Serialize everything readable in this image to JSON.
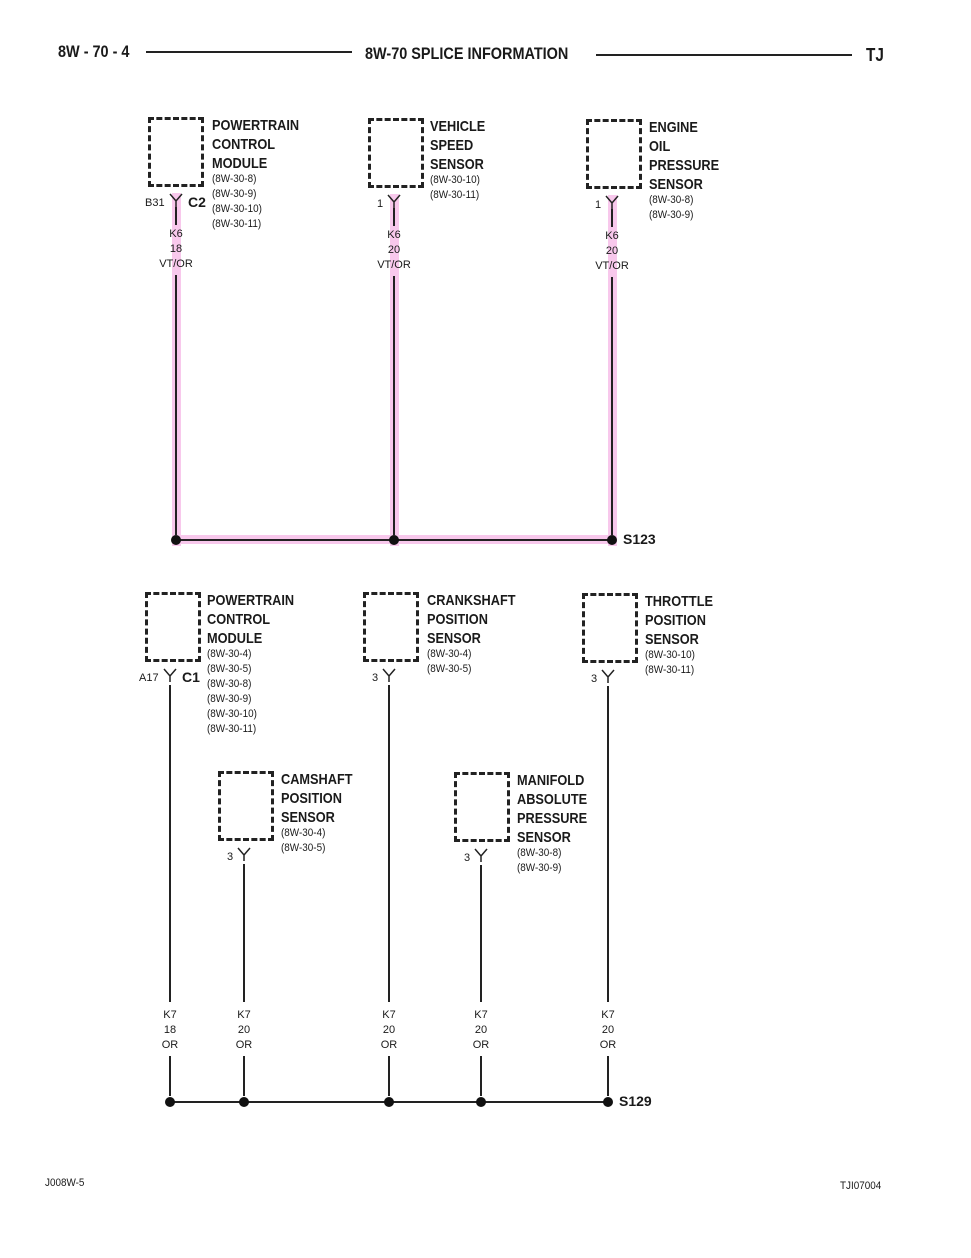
{
  "header": {
    "page_number": "8W - 70 - 4",
    "title": "8W-70 SPLICE INFORMATION",
    "model": "TJ"
  },
  "footer": {
    "left_code": "J008W-5",
    "right_code": "TJI07004"
  },
  "highlight_color": "#f8c8ec",
  "splices": [
    {
      "label": "S123",
      "components": [
        {
          "name": [
            "POWERTRAIN",
            "CONTROL",
            "MODULE"
          ],
          "refs": [
            "(8W-30-8)",
            "(8W-30-9)",
            "(8W-30-10)",
            "(8W-30-11)"
          ],
          "pin": "B31",
          "connector": "C2",
          "wire": [
            "K6",
            "18",
            "VT/OR"
          ]
        },
        {
          "name": [
            "VEHICLE",
            "SPEED",
            "SENSOR"
          ],
          "refs": [
            "(8W-30-10)",
            "(8W-30-11)"
          ],
          "pin": "1",
          "connector": "",
          "wire": [
            "K6",
            "20",
            "VT/OR"
          ]
        },
        {
          "name": [
            "ENGINE",
            "OIL",
            "PRESSURE",
            "SENSOR"
          ],
          "refs": [
            "(8W-30-8)",
            "(8W-30-9)"
          ],
          "pin": "1",
          "connector": "",
          "wire": [
            "K6",
            "20",
            "VT/OR"
          ]
        }
      ]
    },
    {
      "label": "S129",
      "components": [
        {
          "name": [
            "POWERTRAIN",
            "CONTROL",
            "MODULE"
          ],
          "refs": [
            "(8W-30-4)",
            "(8W-30-5)",
            "(8W-30-8)",
            "(8W-30-9)",
            "(8W-30-10)",
            "(8W-30-11)"
          ],
          "pin": "A17",
          "connector": "C1",
          "wire": [
            "K7",
            "18",
            "OR"
          ]
        },
        {
          "name": [
            "CAMSHAFT",
            "POSITION",
            "SENSOR"
          ],
          "refs": [
            "(8W-30-4)",
            "(8W-30-5)"
          ],
          "pin": "3",
          "connector": "",
          "wire": [
            "K7",
            "20",
            "OR"
          ]
        },
        {
          "name": [
            "CRANKSHAFT",
            "POSITION",
            "SENSOR"
          ],
          "refs": [
            "(8W-30-4)",
            "(8W-30-5)"
          ],
          "pin": "3",
          "connector": "",
          "wire": [
            "K7",
            "20",
            "OR"
          ]
        },
        {
          "name": [
            "MANIFOLD",
            "ABSOLUTE",
            "PRESSURE",
            "SENSOR"
          ],
          "refs": [
            "(8W-30-8)",
            "(8W-30-9)"
          ],
          "pin": "3",
          "connector": "",
          "wire": [
            "K7",
            "20",
            "OR"
          ]
        },
        {
          "name": [
            "THROTTLE",
            "POSITION",
            "SENSOR"
          ],
          "refs": [
            "(8W-30-10)",
            "(8W-30-11)"
          ],
          "pin": "3",
          "connector": "",
          "wire": [
            "K7",
            "20",
            "OR"
          ]
        }
      ]
    }
  ]
}
